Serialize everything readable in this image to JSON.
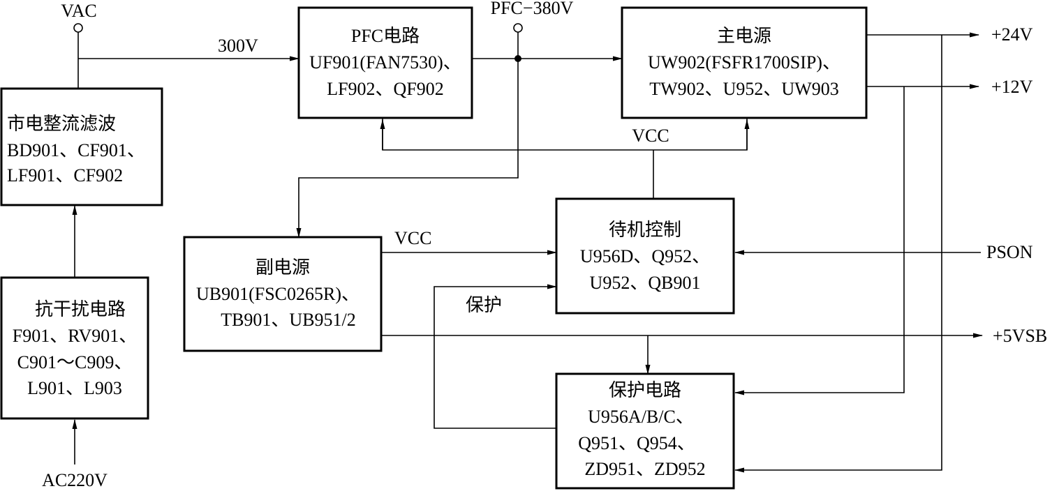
{
  "blocks": {
    "rectifier": {
      "title": "市电整流滤波",
      "lines": [
        "BD901、CF901、",
        "LF901、CF902"
      ]
    },
    "emi": {
      "title": "抗干扰电路",
      "lines": [
        "F901、RV901、",
        "C901～C909、",
        "L901、L903"
      ]
    },
    "pfc": {
      "title": "PFC电路",
      "lines": [
        "UF901(FAN7530)、",
        "LF902、QF902"
      ]
    },
    "main_psu": {
      "title": "主电源",
      "lines": [
        "UW902(FSFR1700SIP)、",
        "TW902、U952、UW903"
      ]
    },
    "standby_ctrl": {
      "title": "待机控制",
      "lines": [
        "U956D、Q952、",
        "U952、QB901"
      ]
    },
    "aux_psu": {
      "title": "副电源",
      "lines": [
        "UB901(FSC0265R)、",
        "TB901、UB951/2"
      ]
    },
    "protection": {
      "title": "保护电路",
      "lines": [
        "U956A/B/C、",
        "Q951、Q954、",
        "ZD951、ZD952"
      ]
    }
  },
  "signals": {
    "vac": "VAC",
    "v300": "300V",
    "pfc380": "PFC−380V",
    "vcc_top": "VCC",
    "vcc_aux": "VCC",
    "protect": "保护",
    "out24": "+24V",
    "out12": "+12V",
    "pson": "PSON",
    "out5vsb": "+5VSB",
    "ac220": "AC220V"
  }
}
